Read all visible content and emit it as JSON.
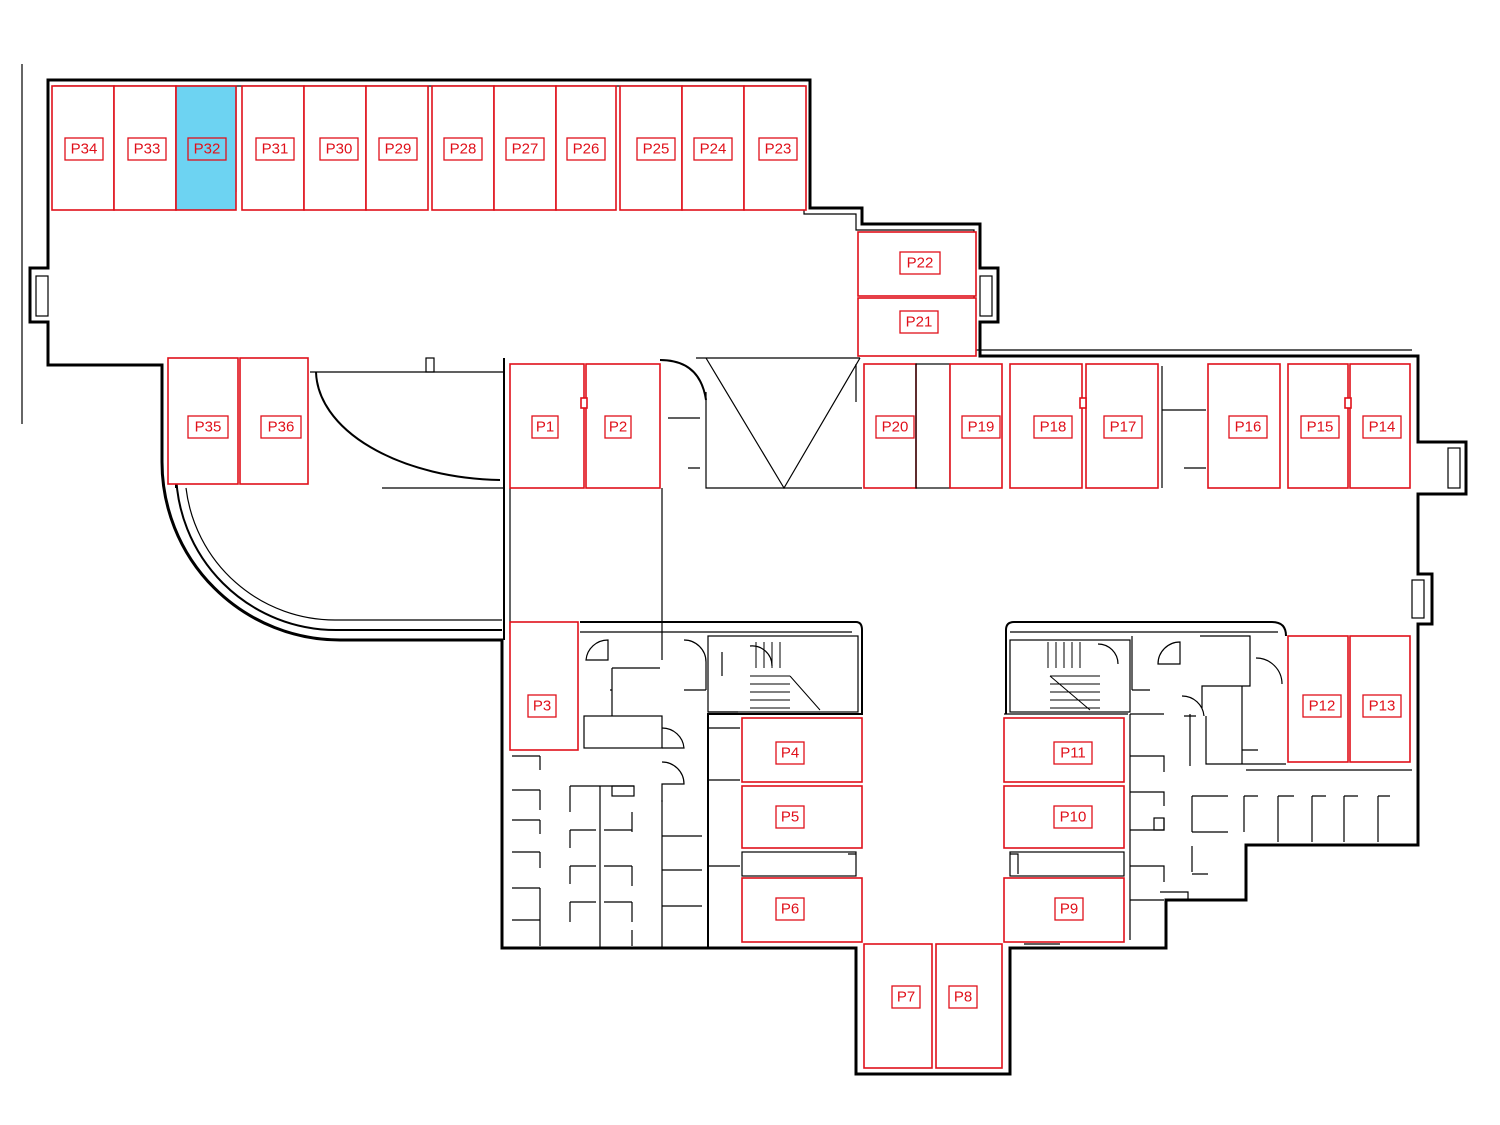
{
  "floor_plan": {
    "selected_space": "P32",
    "colors": {
      "boundary": "#e0101a",
      "selected_fill": "#6dd3f2",
      "walls": "#000000"
    },
    "spaces": [
      {
        "id": "P34",
        "label": "P34"
      },
      {
        "id": "P33",
        "label": "P33"
      },
      {
        "id": "P32",
        "label": "P32"
      },
      {
        "id": "P31",
        "label": "P31"
      },
      {
        "id": "P30",
        "label": "P30"
      },
      {
        "id": "P29",
        "label": "P29"
      },
      {
        "id": "P28",
        "label": "P28"
      },
      {
        "id": "P27",
        "label": "P27"
      },
      {
        "id": "P26",
        "label": "P26"
      },
      {
        "id": "P25",
        "label": "P25"
      },
      {
        "id": "P24",
        "label": "P24"
      },
      {
        "id": "P23",
        "label": "P23"
      },
      {
        "id": "P22",
        "label": "P22"
      },
      {
        "id": "P21",
        "label": "P21"
      },
      {
        "id": "P35",
        "label": "P35"
      },
      {
        "id": "P36",
        "label": "P36"
      },
      {
        "id": "P1",
        "label": "P1"
      },
      {
        "id": "P2",
        "label": "P2"
      },
      {
        "id": "P20",
        "label": "P20"
      },
      {
        "id": "P19",
        "label": "P19"
      },
      {
        "id": "P18",
        "label": "P18"
      },
      {
        "id": "P17",
        "label": "P17"
      },
      {
        "id": "P16",
        "label": "P16"
      },
      {
        "id": "P15",
        "label": "P15"
      },
      {
        "id": "P14",
        "label": "P14"
      },
      {
        "id": "P3",
        "label": "P3"
      },
      {
        "id": "P4",
        "label": "P4"
      },
      {
        "id": "P5",
        "label": "P5"
      },
      {
        "id": "P6",
        "label": "P6"
      },
      {
        "id": "P11",
        "label": "P11"
      },
      {
        "id": "P10",
        "label": "P10"
      },
      {
        "id": "P9",
        "label": "P9"
      },
      {
        "id": "P12",
        "label": "P12"
      },
      {
        "id": "P13",
        "label": "P13"
      },
      {
        "id": "P7",
        "label": "P7"
      },
      {
        "id": "P8",
        "label": "P8"
      }
    ]
  }
}
